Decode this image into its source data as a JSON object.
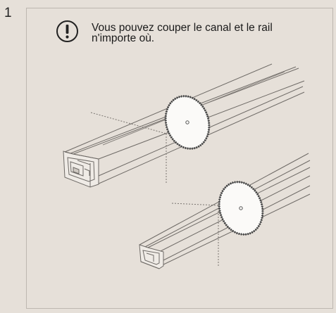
{
  "step": {
    "number": "1"
  },
  "notice": {
    "icon": "exclamation-circle-icon",
    "text": "Vous pouvez couper le canal et le rail n'importe où."
  },
  "illustration": {
    "items": [
      "channel-profile",
      "rail-profile",
      "circular-saw-blade"
    ]
  }
}
